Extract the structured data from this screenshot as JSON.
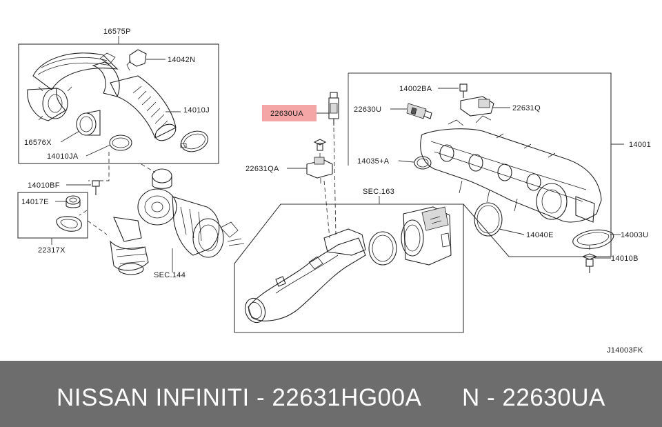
{
  "diagram": {
    "labels": {
      "p16575P": "16575P",
      "p14042N": "14042N",
      "p14010J": "14010J",
      "p16576X": "16576X",
      "p14010JA": "14010JA",
      "p14010BF": "14010BF",
      "p14017E": "14017E",
      "p22317X": "22317X",
      "sec144": "SEC.144",
      "p22630UA": "22630UA",
      "p22631QA": "22631QA",
      "p14002BA": "14002BA",
      "p22630U": "22630U",
      "p22631Q": "22631Q",
      "p14001": "14001",
      "p14035A": "14035+A",
      "sec163": "SEC.163",
      "p14040E": "14040E",
      "p14003U": "14003U",
      "p14010B": "14010B",
      "diagramCode": "J14003FK"
    },
    "highlight_color": "#f4a6a6"
  },
  "footer": {
    "left_text": "NISSAN  INFINITI - 22631HG00A",
    "right_text": "N - 22630UA",
    "background": "#6d6d6d"
  }
}
